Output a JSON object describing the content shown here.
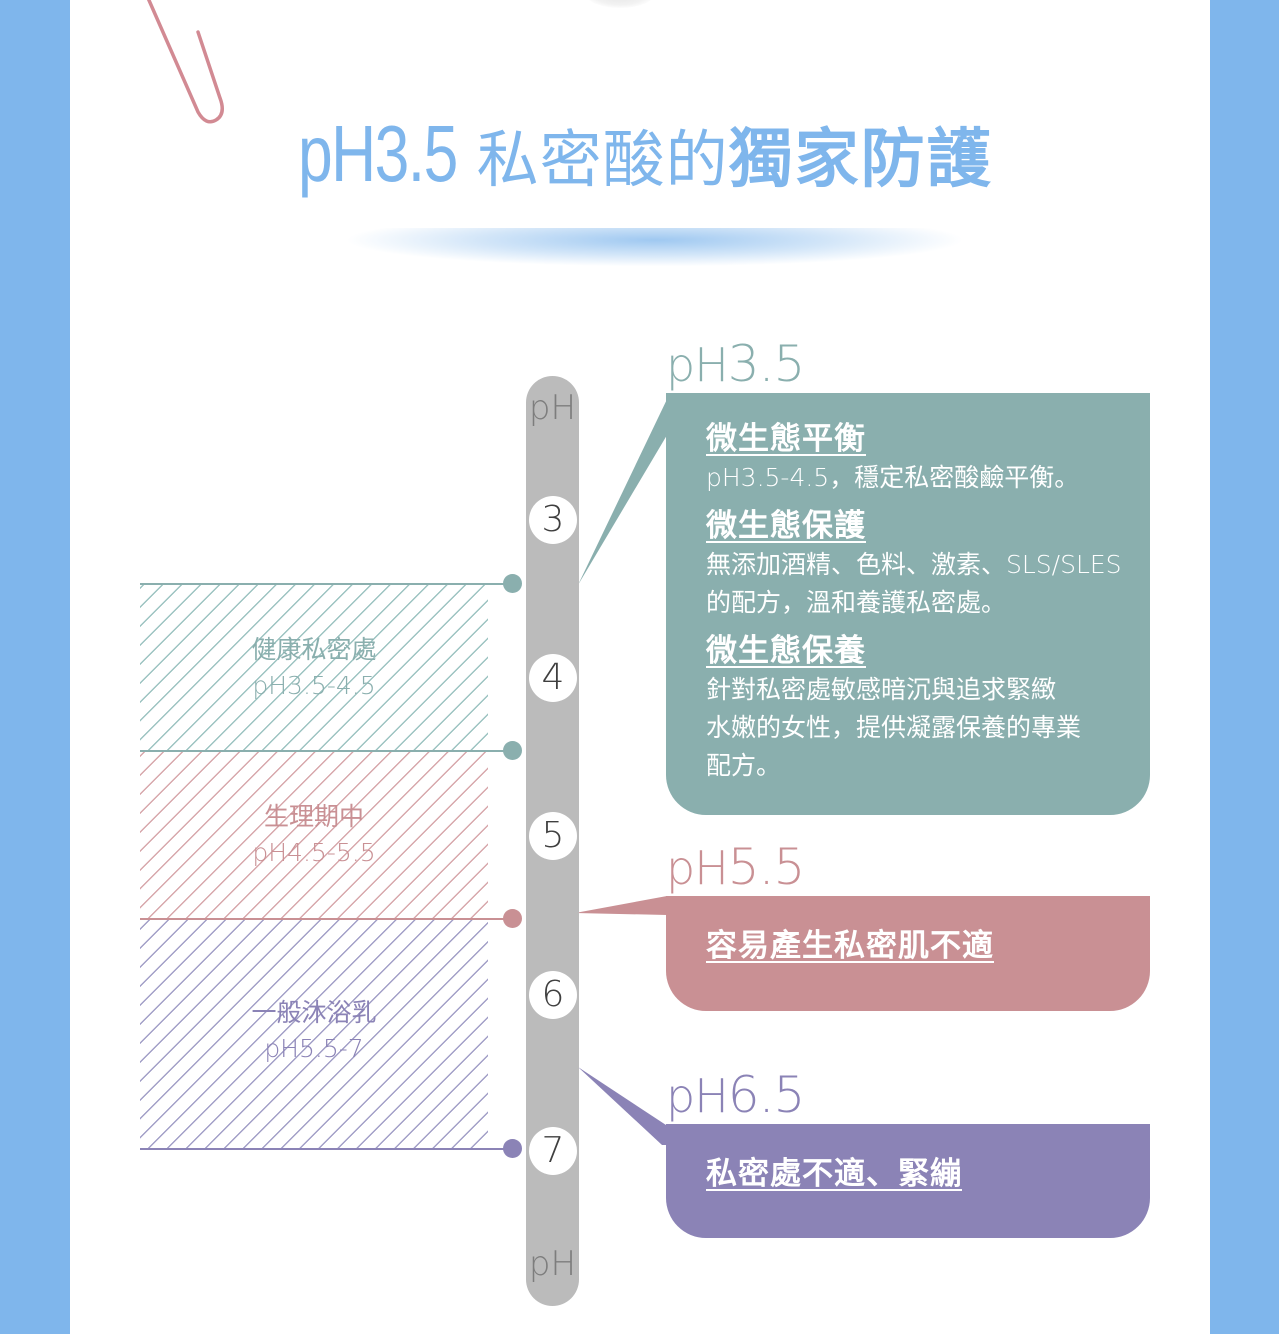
{
  "title": {
    "ph": "pH3.5",
    "light": "私密酸的",
    "bold": "獨家防護"
  },
  "colors": {
    "side_bar": "#7fb6ec",
    "title": "#7fb6ec",
    "green": "#8aafae",
    "pink": "#c99094",
    "purple": "#8b83b6",
    "scale": "#bbbbbb",
    "paperclip": "#d28a93"
  },
  "scale": {
    "top_label": "pH",
    "bottom_label": "pH",
    "ticks": [
      "3",
      "4",
      "5",
      "6",
      "7"
    ]
  },
  "zones": [
    {
      "name": "健康私密處",
      "range": "pH3.5-4.5",
      "color": "#8aafae"
    },
    {
      "name": "生理期中",
      "range": "pH4.5-5.5",
      "color": "#c99094"
    },
    {
      "name": "一般沐浴乳",
      "range": "pH5.5-7",
      "color": "#8b83b6"
    }
  ],
  "callouts": [
    {
      "ph_prefix": "pH",
      "ph_value": "3.5",
      "color": "#8aafae",
      "sections": [
        {
          "heading": "微生態平衡",
          "lines": [
            "pH3.5-4.5，穩定私密酸鹼平衡。"
          ]
        },
        {
          "heading": "微生態保護",
          "lines": [
            "無添加酒精、色料、激素、SLS/SLES",
            "的配方，溫和養護私密處。"
          ]
        },
        {
          "heading": "微生態保養",
          "lines": [
            "針對私密處敏感暗沉與追求緊緻",
            "水嫩的女性，提供凝露保養的專業",
            "配方。"
          ]
        }
      ]
    },
    {
      "ph_prefix": "pH",
      "ph_value": "5.5",
      "color": "#c99094",
      "sections": [
        {
          "heading": "容易產生私密肌不適"
        }
      ]
    },
    {
      "ph_prefix": "pH",
      "ph_value": "6.5",
      "color": "#8b83b6",
      "sections": [
        {
          "heading": "私密處不適、緊繃"
        }
      ]
    }
  ]
}
